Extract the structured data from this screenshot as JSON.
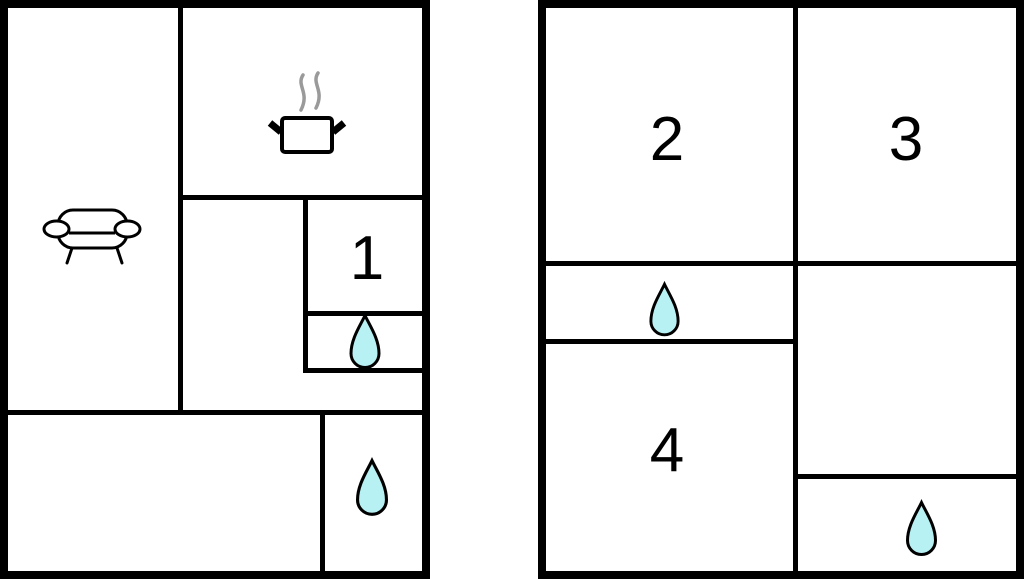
{
  "figure": {
    "type": "floor-plan",
    "background": "#ffffff",
    "wall_color": "#000000"
  },
  "palette": {
    "drop_fill": "#b8f1f4",
    "drop_stroke": "#000000",
    "steam": "#9a9a9a",
    "icon_stroke": "#000000",
    "label_color": "#000000"
  },
  "floor1": {
    "room_labels": {
      "room1": "1"
    },
    "icons": {
      "living_room": "sofa-icon",
      "kitchen": "cooking-pot-icon",
      "bathroom_upper": "water-drop-icon",
      "bathroom_lower": "water-drop-icon"
    }
  },
  "floor2": {
    "room_labels": {
      "room2": "2",
      "room3": "3",
      "room4": "4"
    },
    "icons": {
      "bathroom_mid": "water-drop-icon",
      "bathroom_corner": "water-drop-icon"
    }
  }
}
